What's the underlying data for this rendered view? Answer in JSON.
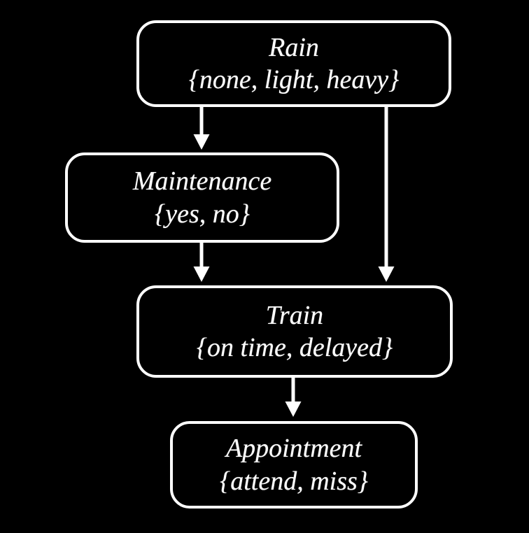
{
  "diagram": {
    "type": "bayesian-network",
    "background_color": "#000000",
    "stroke_color": "#ffffff",
    "text_color": "#ffffff",
    "nodes": [
      {
        "id": "rain",
        "label": "Rain",
        "values": "{none, light, heavy}"
      },
      {
        "id": "maintenance",
        "label": "Maintenance",
        "values": "{yes, no}"
      },
      {
        "id": "train",
        "label": "Train",
        "values": "{on time, delayed}"
      },
      {
        "id": "appointment",
        "label": "Appointment",
        "values": "{attend, miss}"
      }
    ],
    "edges": [
      {
        "from": "rain",
        "to": "maintenance"
      },
      {
        "from": "rain",
        "to": "train"
      },
      {
        "from": "maintenance",
        "to": "train"
      },
      {
        "from": "train",
        "to": "appointment"
      }
    ]
  }
}
